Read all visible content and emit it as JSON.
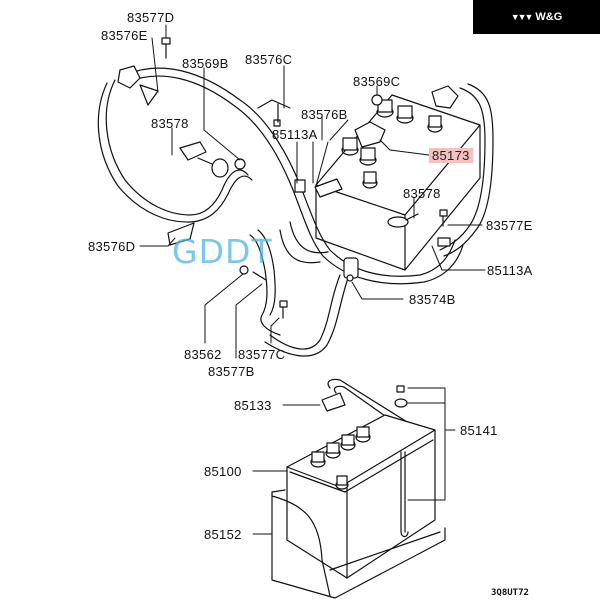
{
  "brand": {
    "name": "W&G",
    "logo_icon": "triple-chevron-logo"
  },
  "watermark": "GDDT",
  "diagram_code": "3Q8UT72",
  "highlight_color": "#f4c0c0",
  "watermark_color": "#4fb3e6",
  "labels": {
    "p83577D": "83577D",
    "p83576E": "83576E",
    "p83569B": "83569B",
    "p83576C": "83576C",
    "p83569C": "83569C",
    "p83578a": "83578",
    "p83576B": "83576B",
    "p85113Aa": "85113A",
    "p85173": "85173",
    "p83578b": "83578",
    "p83577E": "83577E",
    "p83576D": "83576D",
    "p85113Ab": "85113A",
    "p83574B": "83574B",
    "p83562": "83562",
    "p83577C": "83577C",
    "p83577B": "83577B",
    "p85133": "85133",
    "p85141": "85141",
    "p85100": "85100",
    "p85152": "85152"
  }
}
